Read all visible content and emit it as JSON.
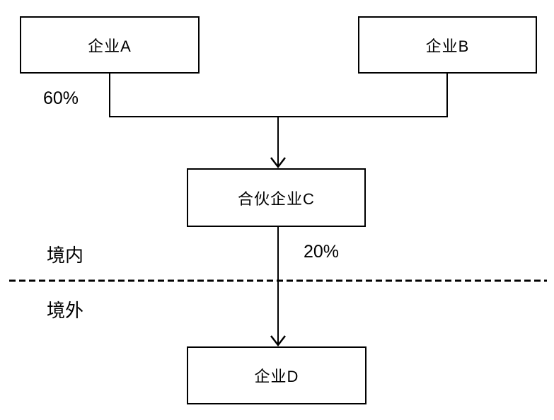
{
  "nodes": {
    "a": "企业A",
    "b": "企业B",
    "c": "合伙企业C",
    "d": "企业D"
  },
  "edges": {
    "a_to_c_share": "60%",
    "c_to_d_share": "20%"
  },
  "regions": {
    "domestic": "境内",
    "overseas": "境外"
  },
  "colors": {
    "line": "#000000",
    "background": "#ffffff",
    "text": "#000000"
  }
}
